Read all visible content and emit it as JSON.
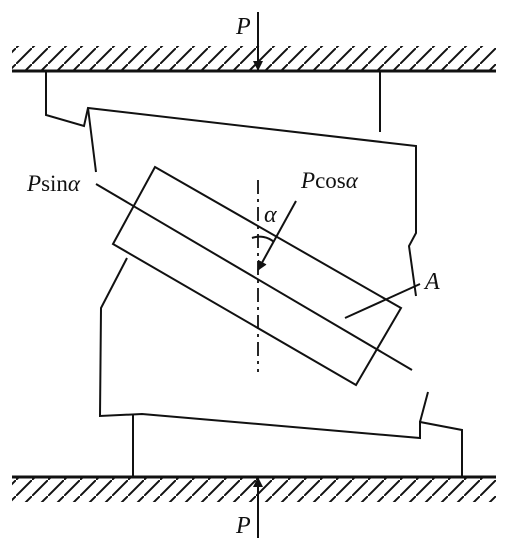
{
  "labels": {
    "force_top": "P",
    "force_bottom": "P",
    "angle": "α",
    "tangential_prefix": "P",
    "tangential_func": "sin",
    "tangential_var": "α",
    "normal_prefix": "P",
    "normal_func": "cos",
    "normal_var": "α",
    "plane": "A"
  },
  "colors": {
    "line": "#111111",
    "background": "#ffffff"
  }
}
